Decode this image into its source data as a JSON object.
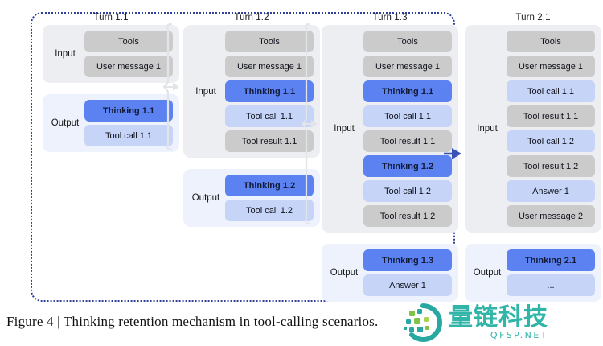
{
  "figure": {
    "caption": "Figure 4 | Thinking retention mechanism in tool-calling scenarios."
  },
  "session": {
    "label_input": "Input",
    "label_output": "Output"
  },
  "turns": [
    {
      "title": "Turn 1.1",
      "input": [
        {
          "text": "Tools",
          "kind": "gray"
        },
        {
          "text": "User message 1",
          "kind": "gray"
        }
      ],
      "output": [
        {
          "text": "Thinking 1.1",
          "kind": "thinking"
        },
        {
          "text": "Tool call 1.1",
          "kind": "light"
        }
      ]
    },
    {
      "title": "Turn 1.2",
      "input": [
        {
          "text": "Tools",
          "kind": "gray"
        },
        {
          "text": "User message 1",
          "kind": "gray"
        },
        {
          "text": "Thinking 1.1",
          "kind": "thinking"
        },
        {
          "text": "Tool call 1.1",
          "kind": "light"
        },
        {
          "text": "Tool result 1.1",
          "kind": "gray"
        }
      ],
      "output": [
        {
          "text": "Thinking 1.2",
          "kind": "thinking"
        },
        {
          "text": "Tool call 1.2",
          "kind": "light"
        }
      ]
    },
    {
      "title": "Turn 1.3",
      "input": [
        {
          "text": "Tools",
          "kind": "gray"
        },
        {
          "text": "User message 1",
          "kind": "gray"
        },
        {
          "text": "Thinking 1.1",
          "kind": "thinking"
        },
        {
          "text": "Tool call 1.1",
          "kind": "light"
        },
        {
          "text": "Tool result 1.1",
          "kind": "gray"
        },
        {
          "text": "Thinking 1.2",
          "kind": "thinking"
        },
        {
          "text": "Tool call 1.2",
          "kind": "light"
        },
        {
          "text": "Tool result 1.2",
          "kind": "gray"
        }
      ],
      "output": [
        {
          "text": "Thinking 1.3",
          "kind": "thinking"
        },
        {
          "text": "Answer 1",
          "kind": "light"
        }
      ]
    },
    {
      "title": "Turn 2.1",
      "input": [
        {
          "text": "Tools",
          "kind": "gray"
        },
        {
          "text": "User message 1",
          "kind": "gray"
        },
        {
          "text": "Tool call 1.1",
          "kind": "light"
        },
        {
          "text": "Tool result 1.1",
          "kind": "gray"
        },
        {
          "text": "Tool call 1.2",
          "kind": "light"
        },
        {
          "text": "Tool result 1.2",
          "kind": "gray"
        },
        {
          "text": "Answer 1",
          "kind": "light"
        },
        {
          "text": "User message 2",
          "kind": "gray"
        }
      ],
      "output": [
        {
          "text": "Thinking 2.1",
          "kind": "thinking"
        },
        {
          "text": "...",
          "kind": "light"
        }
      ]
    }
  ],
  "colors": {
    "thinking": "#5b82f0",
    "light_blue": "#c5d4f7",
    "gray_chip": "#cbcbcb",
    "input_panel": "#eceef2",
    "output_panel": "#eef2fd",
    "session_border": "#2f3f9e",
    "arrow_blue": "#3a52b5",
    "watermark": "#2bb3a6"
  },
  "watermark": {
    "cn": "量链科技",
    "en": "QFSP.NET",
    "logo_icon": "pixel-circle-logo"
  }
}
